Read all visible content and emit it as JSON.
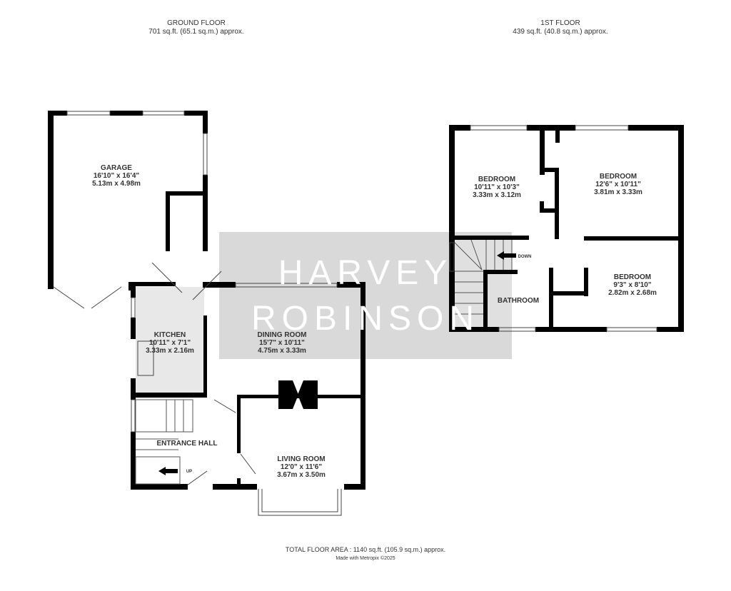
{
  "ground_floor": {
    "title": "GROUND FLOOR",
    "area": "701 sq.ft. (65.1 sq.m.) approx.",
    "rooms": [
      {
        "name": "GARAGE",
        "imperial": "16'10\"  x 16'4\"",
        "metric": "5.13m  x 4.98m"
      },
      {
        "name": "KITCHEN",
        "imperial": "10'11\"  x 7'1\"",
        "metric": "3.33m  x 2.16m"
      },
      {
        "name": "DINING ROOM",
        "imperial": "15'7\"  x 10'11\"",
        "metric": "4.75m  x 3.33m"
      },
      {
        "name": "ENTRANCE HALL"
      },
      {
        "name": "LIVING ROOM",
        "imperial": "12'0\"  x 11'6\"",
        "metric": "3.67m  x 3.50m"
      }
    ],
    "stairs_label": "UP"
  },
  "first_floor": {
    "title": "1ST FLOOR",
    "area": "439 sq.ft. (40.8 sq.m.) approx.",
    "rooms": [
      {
        "name": "BEDROOM",
        "imperial": "10'11\"  x 10'3\"",
        "metric": "3.33m  x 3.12m"
      },
      {
        "name": "BEDROOM",
        "imperial": "12'6\"  x 10'11\"",
        "metric": "3.81m  x 3.33m"
      },
      {
        "name": "BEDROOM",
        "imperial": "9'3\"  x 8'10\"",
        "metric": "2.82m  x 2.68m"
      },
      {
        "name": "BATHROOM"
      }
    ],
    "stairs_label": "DOWN"
  },
  "watermark": {
    "line1": "HARVEY",
    "line2": "ROBINSON"
  },
  "footer": {
    "total": "TOTAL FLOOR AREA : 1140 sq.ft. (105.9 sq.m.) approx.",
    "credit": "Made with Metropix ©2025"
  },
  "colors": {
    "wall": "#000000",
    "watermark_bg": "#d9d9d9",
    "kitchen_fill": "#e6e6e6"
  }
}
